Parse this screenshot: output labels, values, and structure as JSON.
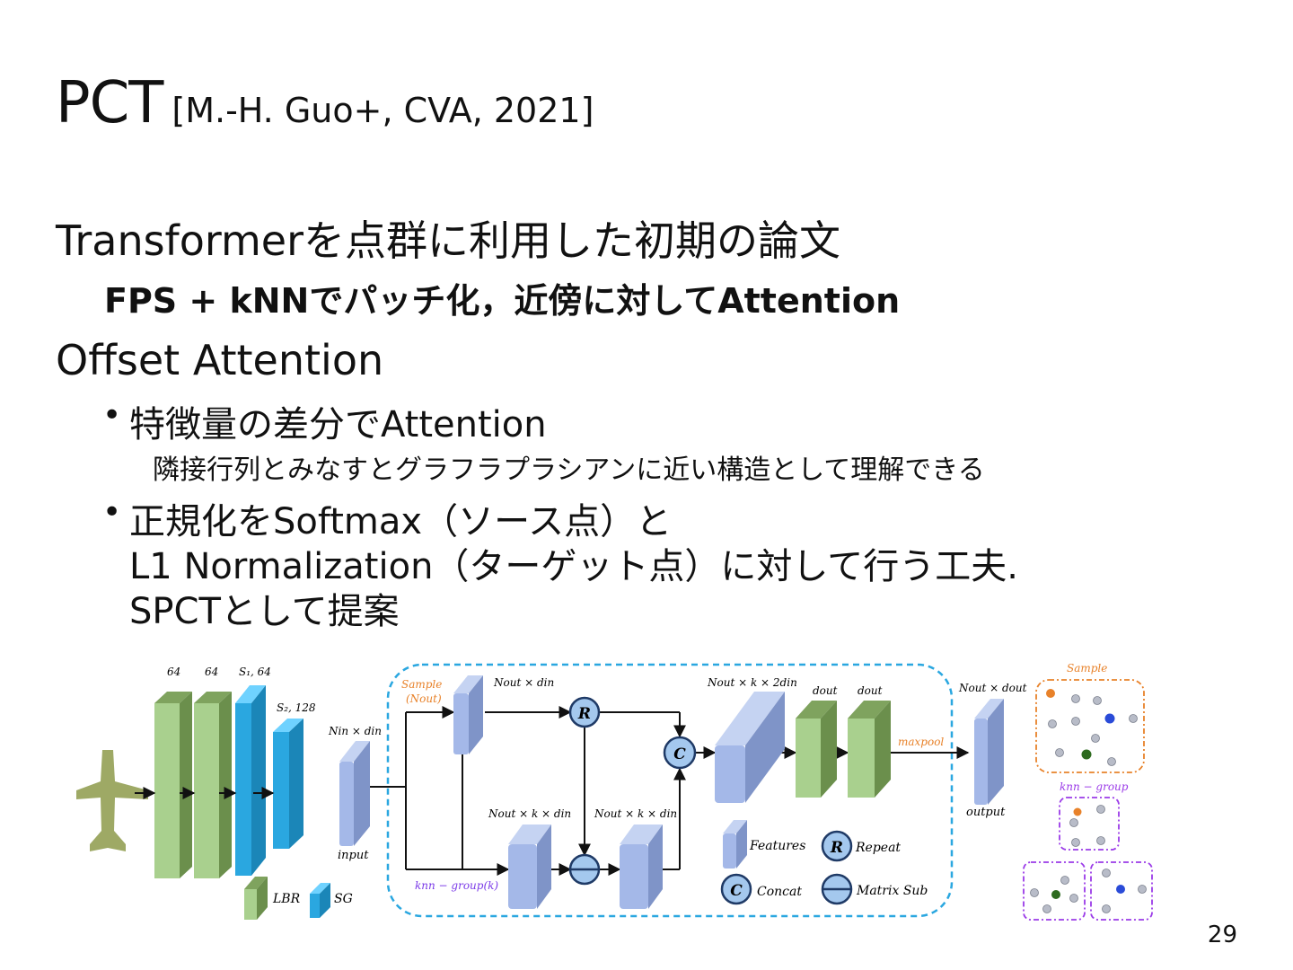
{
  "slide": {
    "title": "PCT",
    "reference": "[M.-H. Guo+, CVA, 2021]",
    "line1": "Transformerを点群に利用した初期の論文",
    "line1_sub": "FPS + kNNでパッチ化，近傍に対してAttention",
    "line2": "Offset Attention",
    "bullet1": "特徴量の差分でAttention",
    "bullet1_sub": "隣接行列とみなすとグラフラプラシアンに近い構造として理解できる",
    "bullet2_line1": "正規化をSoftmax（ソース点）と",
    "bullet2_line2": "L1 Normalization（ターゲット点）に対して行う工夫.",
    "bullet2_line3": "SPCTとして提案",
    "bullet_glyph": "•",
    "page_number": "29"
  },
  "figure": {
    "enc_labels": [
      "64",
      "64",
      "S₁, 64",
      "S₂, 128"
    ],
    "input_dim": "Nin × din",
    "input_label": "input",
    "sample_label": "Sample",
    "sample_sub": "(Nout)",
    "top_dim": "Nout × din",
    "repeat_letter": "R",
    "concat_letter": "C",
    "knn_label": "knn − group(k)",
    "mid1_dim": "Nout × k × din",
    "mid2_dim": "Nout × k × din",
    "big_dim": "Nout × k × 2din",
    "dout1": "dout",
    "dout2": "dout",
    "maxpool_label": "maxpool",
    "output_dim": "Nout × dout",
    "output_label": "output",
    "legend": {
      "features": "Features",
      "repeat": "Repeat",
      "concat": "Concat",
      "matrix_sub": "Matrix Sub",
      "lbr": "LBR",
      "sg": "SG"
    },
    "right_sample": "Sample",
    "right_knn": "knn − group",
    "colors": {
      "lbr_green": "#a9d08e",
      "sg_blue": "#2aa7e0",
      "feature_blue": "#a4b8e8",
      "dashed_box": "#2aa7e0",
      "sample_orange": "#e8822a",
      "knn_purple": "#9b3be8"
    }
  }
}
